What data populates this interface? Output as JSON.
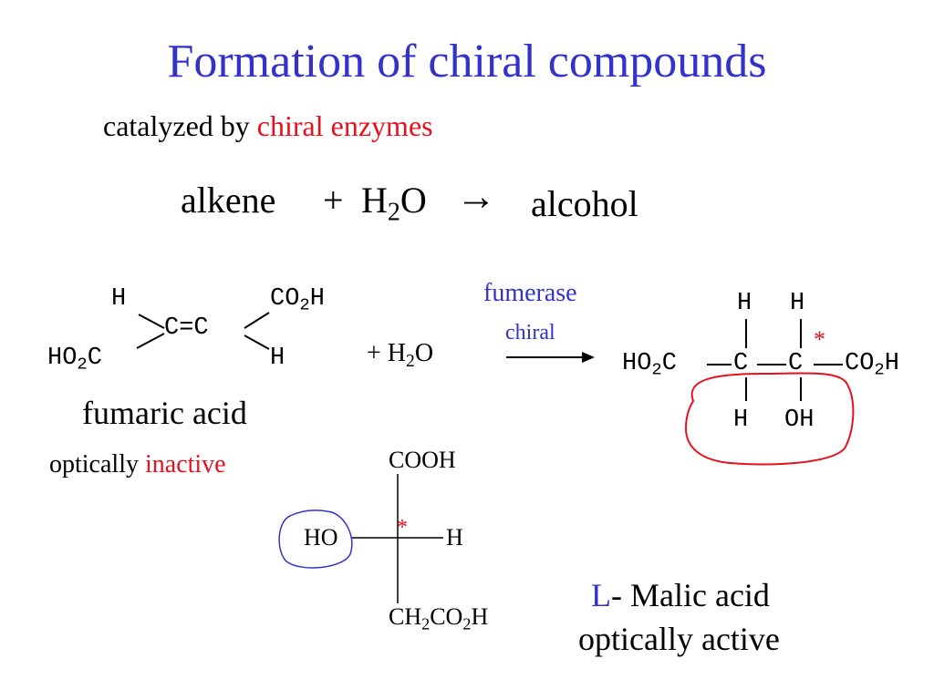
{
  "title": "Formation of chiral compounds",
  "subtitle": {
    "prefix": "catalyzed by ",
    "highlight": "chiral enzymes"
  },
  "general_reaction": {
    "reactant": "alkene",
    "plus": "+",
    "water_main": "H",
    "water_sub": "2",
    "water_end": "O",
    "arrow": "→",
    "product": "alcohol"
  },
  "fumaric": {
    "h_top": "H",
    "co2h_main": "CO",
    "co2h_sub": "2",
    "co2h_end": "H",
    "double_bond": "C=C",
    "ho2c_main": "HO",
    "ho2c_sub": "2",
    "ho2c_end": "C",
    "h_bottom": "H",
    "name": "fumaric acid",
    "optical_prefix": "optically ",
    "optical_highlight": "inactive"
  },
  "reaction": {
    "plus": "+",
    "water_main": "H",
    "water_sub": "2",
    "water_end": "O",
    "enzyme": "fumerase",
    "chiral_label": "chiral"
  },
  "malic_structure": {
    "h1": "H",
    "h2": "H",
    "star": "*",
    "ho2c_main": "HO",
    "ho2c_sub": "2",
    "ho2c_end": "C",
    "c1": "C",
    "c2": "C",
    "co2h_main": "CO",
    "co2h_sub": "2",
    "co2h_end": "H",
    "h3": "H",
    "oh": "OH"
  },
  "fischer": {
    "top": "COOH",
    "left": "HO",
    "right": "H",
    "star": "*",
    "bottom_a": "CH",
    "bottom_s1": "2",
    "bottom_b": "CO",
    "bottom_s2": "2",
    "bottom_c": "H"
  },
  "malic_label": {
    "prefix": "L",
    "name": "- Malic acid",
    "activity": "optically active"
  },
  "colors": {
    "blue": "#3333cc",
    "red": "#e8101c",
    "black": "#000000"
  }
}
